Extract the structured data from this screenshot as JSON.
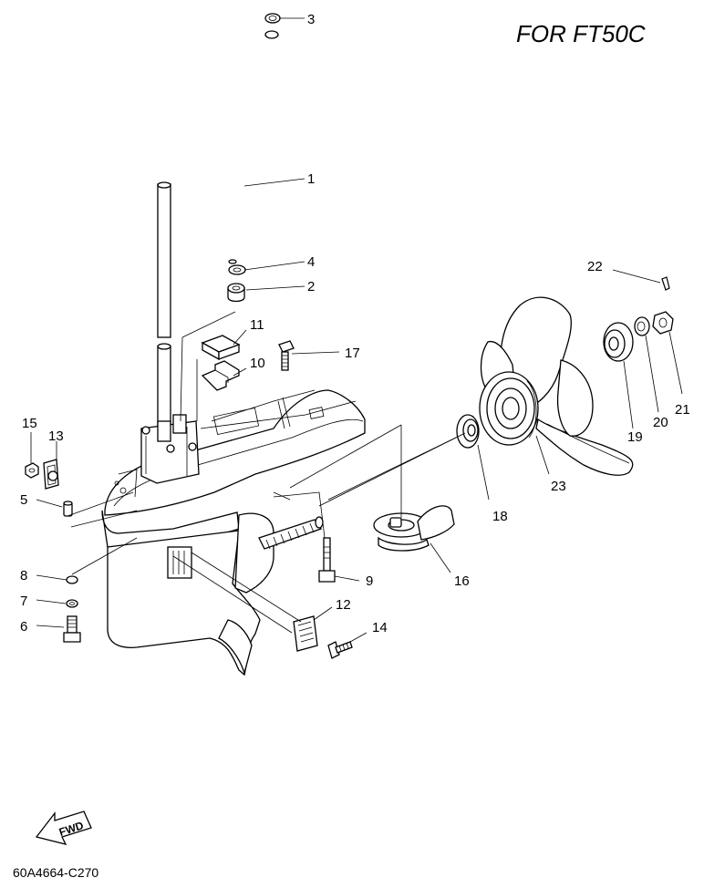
{
  "title": "FOR FT50C",
  "drawing_code": "60A4664-C270",
  "fwd_label": "FWD",
  "callouts": {
    "c1": "1",
    "c2": "2",
    "c3": "3",
    "c4": "4",
    "c5": "5",
    "c6": "6",
    "c7": "7",
    "c8": "8",
    "c9": "9",
    "c10": "10",
    "c11": "11",
    "c12": "12",
    "c13": "13",
    "c14": "14",
    "c15": "15",
    "c16": "16",
    "c17": "17",
    "c18": "18",
    "c19": "19",
    "c20": "20",
    "c21": "21",
    "c22": "22",
    "c23": "23"
  }
}
